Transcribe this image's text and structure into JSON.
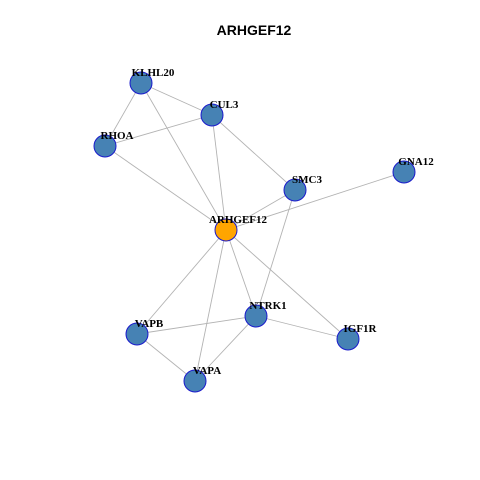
{
  "title": "ARHGEF12",
  "colors": {
    "neighbor_fill": "#4682B4",
    "center_fill": "#FFA500",
    "node_border": "#1a1acc",
    "edge": "#b3b3b3"
  },
  "nodes": [
    {
      "id": "ARHGEF12",
      "label": "ARHGEF12",
      "center": true
    },
    {
      "id": "KLHL20",
      "label": "KLHL20"
    },
    {
      "id": "CUL3",
      "label": "CUL3"
    },
    {
      "id": "RHOA",
      "label": "RHOA"
    },
    {
      "id": "SMC3",
      "label": "SMC3"
    },
    {
      "id": "GNA12",
      "label": "GNA12"
    },
    {
      "id": "VAPB",
      "label": "VAPB"
    },
    {
      "id": "NTRK1",
      "label": "NTRK1"
    },
    {
      "id": "IGF1R",
      "label": "IGF1R"
    },
    {
      "id": "VAPA",
      "label": "VAPA"
    }
  ],
  "edges": [
    [
      "KLHL20",
      "CUL3"
    ],
    [
      "KLHL20",
      "RHOA"
    ],
    [
      "KLHL20",
      "ARHGEF12"
    ],
    [
      "CUL3",
      "RHOA"
    ],
    [
      "CUL3",
      "ARHGEF12"
    ],
    [
      "CUL3",
      "SMC3"
    ],
    [
      "RHOA",
      "ARHGEF12"
    ],
    [
      "SMC3",
      "ARHGEF12"
    ],
    [
      "SMC3",
      "NTRK1"
    ],
    [
      "GNA12",
      "ARHGEF12"
    ],
    [
      "ARHGEF12",
      "VAPB"
    ],
    [
      "ARHGEF12",
      "VAPA"
    ],
    [
      "ARHGEF12",
      "NTRK1"
    ],
    [
      "ARHGEF12",
      "IGF1R"
    ],
    [
      "VAPB",
      "NTRK1"
    ],
    [
      "VAPB",
      "VAPA"
    ],
    [
      "VAPA",
      "NTRK1"
    ],
    [
      "NTRK1",
      "IGF1R"
    ]
  ]
}
